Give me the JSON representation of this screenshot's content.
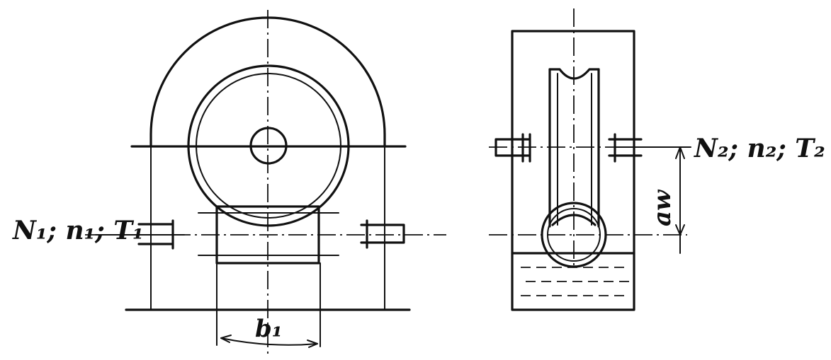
{
  "left_view": {
    "input_shaft_label": "N₁; n₁; T₁",
    "worm_width_label": "b₁"
  },
  "right_view": {
    "output_shaft_label": "N₂; n₂; T₂",
    "center_distance_label": "aw"
  }
}
